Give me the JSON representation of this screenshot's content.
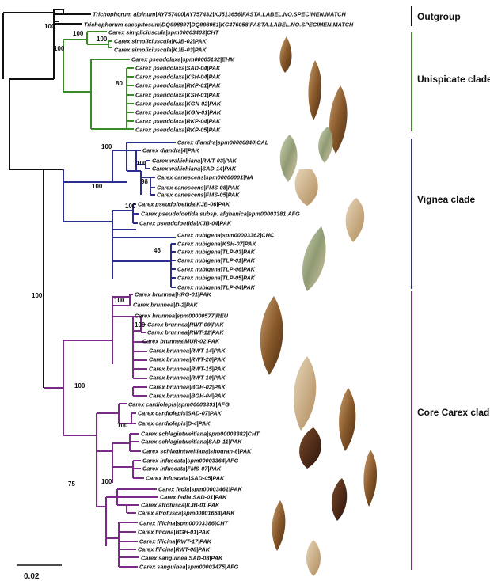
{
  "colors": {
    "outgroup": "#111111",
    "unispicate": "#3a8a2a",
    "vignea": "#2b2e8c",
    "core": "#7a2b87"
  },
  "leaves": [
    "Trichophorum alpinum|AY757400|AY757432|KJ513656|FASTA.LABEL.NO.SPECIMEN.MATCH",
    "Trichophorum caespitosum|DQ998897|DQ998951|KC476058|FASTA.LABEL.NO.SPECIMEN.MATCH",
    "Carex simpliciuscula|spm00003403|CHT",
    "Carex simpliciuscula|KJB-02|PAK",
    "Carex simpliciuscula|KJB-03|PAK",
    "Carex pseudolaxa|spm00005192|EHM",
    "Carex pseudolaxa|SAD-04|PAK",
    "Carex pseudolaxa|KSH-04|PAK",
    "Carex pseudolaxa|RKP-01|PAK",
    "Carex pseudolaxa|KSH-01|PAK",
    "Carex pseudolaxa|KGN-02|PAK",
    "Carex pseudolaxa|KGN-01|PAK",
    "Carex pseudolaxa|RKP-04|PAK",
    "Carex pseudolaxa|RKP-05|PAK",
    "Carex diandra|spm00000840|CAL",
    "Carex diandra|4|PAK",
    "Carex wallichiana|RWT-03|PAK",
    "Carex wallichiana|SAD-14|PAK",
    "Carex canescens|spm00006001|NA",
    "Carex canescens|FMS-08|PAK",
    "Carex canescens|FMS-05|PAK",
    "Carex pseudofoetida|KJB-06|PAK",
    "Carex pseudofoetida subsp. afghanica|spm00003381|AFG",
    "Carex pseudofoetida|KJB-04|PAK",
    "Carex nubigena|spm00003362|CHC",
    "Carex nubigena|KSH-07|PAK",
    "Carex nubigena|TLP-03|PAK",
    "Carex nubigena|TLP-01|PAK",
    "Carex nubigena|TLP-06|PAK",
    "Carex nubigena|TLP-05|PAK",
    "Carex nubigena|TLP-04|PAK",
    "Carex brunnea|HRG-01|PAK",
    "Carex brunnea|D-2|PAK",
    "Carex brunnea|spm00000577|REU",
    "Carex brunnea|RWT-09|PAK",
    "Carex brunnea|RWT-12|PAK",
    "Carex brunnea|MUR-02|PAK",
    "Carex brunnea|RWT-14|PAK",
    "Carex brunnea|RWT-20|PAK",
    "Carex brunnea|RWT-15|PAK",
    "Carex brunnea|RWT-19|PAK",
    "Carex brunnea|BGH-02|PAK",
    "Carex brunnea|BGH-04|PAK",
    "Carex cardiolepis|spm00003391|AFG",
    "Carex cardiolepis|SAD-07|PAK",
    "Carex cardiolepis|D-4|PAK",
    "Carex schlagintweitiana|spm00003382|CHT",
    "Carex schlagintweitiana|SAD-11|PAK",
    "Carex schlagintweitiana|shogran-8|PAK",
    "Carex infuscata|spm00003364|AFG",
    "Carex infuscata|FMS-07|PAK",
    "Carex infuscata|SAD-05|PAK",
    "Carex fedia|spm00003461|PAK",
    "Carex fedia|SAD-01|PAK",
    "Carex atrofusca|KJB-01|PAK",
    "Carex atrofusca|spm00001654|ARK",
    "Carex filicina|spm00003386|CHT",
    "Carex filicina|BGH-01|PAK",
    "Carex filicina|RWT-17|PAK",
    "Carex filicina|RWT-08|PAK",
    "Carex sanguinea|SAD-08|PAK",
    "Carex sanguinea|spm00003475|AFG"
  ],
  "bootstrap": [
    "100",
    "100",
    "100",
    "100",
    "80",
    "100",
    "100",
    "100",
    "98",
    "100",
    "46",
    "100",
    "100",
    "100",
    "100",
    "100",
    "100",
    "75"
  ],
  "clades": [
    "Outgroup",
    "Unispicate clade",
    "Vignea clade",
    "Core Carex clad"
  ],
  "scale_label": "0.02"
}
